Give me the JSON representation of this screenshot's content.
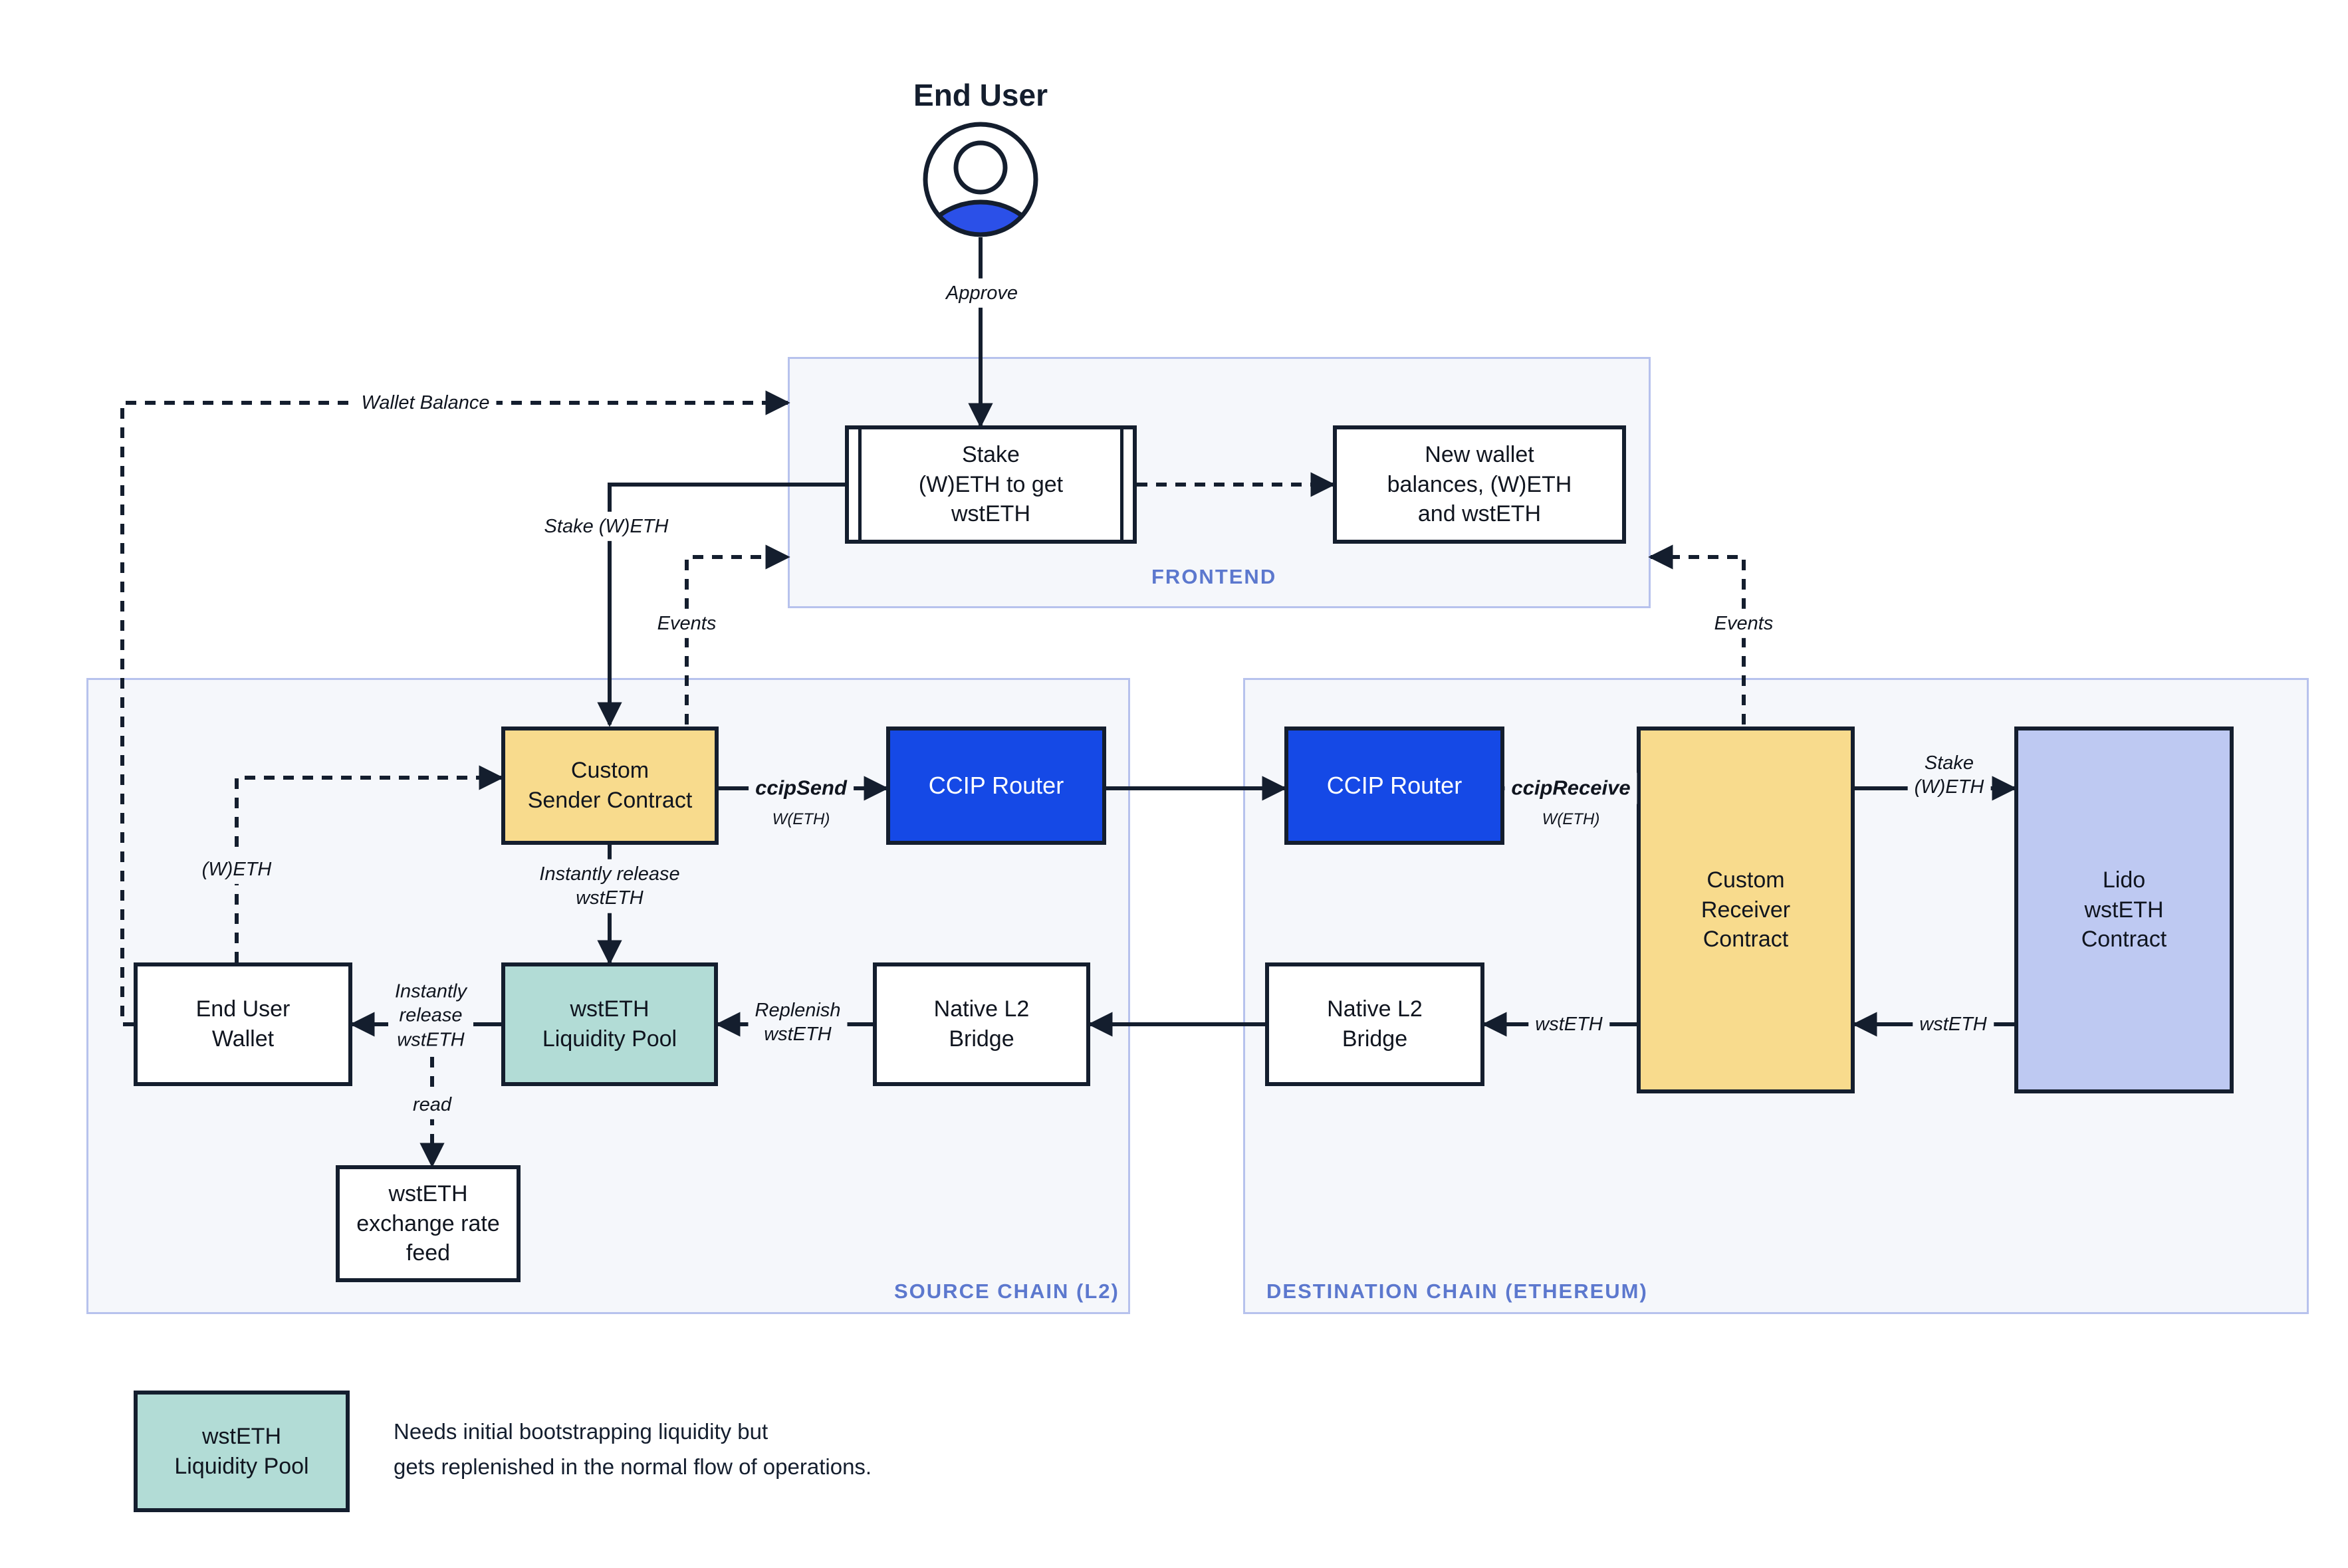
{
  "end_user": {
    "title": "End User"
  },
  "containers": {
    "frontend": "FRONTEND",
    "source": "SOURCE CHAIN (L2)",
    "destination": "DESTINATION CHAIN (ETHEREUM)"
  },
  "nodes": {
    "stake_widget": "Stake\n(W)ETH to get\nwstETH",
    "new_wallet": "New wallet\nbalances, (W)ETH\nand wstETH",
    "custom_sender": "Custom\nSender Contract",
    "ccip_router_l2": "CCIP Router",
    "ccip_router_eth": "CCIP Router",
    "custom_receiver": "Custom\nReceiver\nContract",
    "lido_contract": "Lido\nwstETH\nContract",
    "end_user_wallet": "End User\nWallet",
    "liquidity_pool": "wstETH\nLiquidity Pool",
    "native_bridge_l2": "Native L2\nBridge",
    "native_bridge_eth": "Native L2\nBridge",
    "rate_feed": "wstETH\nexchange rate\nfeed"
  },
  "edge_labels": {
    "approve": "Approve",
    "wallet_balance": "Wallet Balance",
    "stake_weth": "Stake (W)ETH",
    "events_left": "Events",
    "events_right": "Events",
    "ccip_send": "ccipSend",
    "ccip_send_sub": "W(ETH)",
    "ccip_receive": "ccipReceive",
    "ccip_receive_sub": "W(ETH)",
    "instantly_release_vertical": "Instantly release\nwstETH",
    "instantly_release_horizontal": "Instantly\nrelease\nwstETH",
    "replenish": "Replenish\nwstETH",
    "weth_dashed": "(W)ETH",
    "read": "read",
    "stake_weth_right": "Stake\n(W)ETH",
    "wsteth_receiver_to_bridge": "wstETH",
    "wsteth_lido_to_receiver": "wstETH"
  },
  "legend": {
    "box": "wstETH\nLiquidity Pool",
    "note": "Needs initial bootstrapping liquidity but\ngets replenished in the normal flow of operations."
  },
  "colors": {
    "line_dark": "#141E2E",
    "node_yellow": "#F8DB8D",
    "node_blue": "#1549E6",
    "node_teal": "#B2DCD6",
    "node_periwinkle": "#BEC9F2",
    "container_bg": "#F5F7FB",
    "container_border": "#B7C2ED",
    "container_label_blue": "#5C78CE",
    "avatar_blue": "#2B50E8"
  }
}
